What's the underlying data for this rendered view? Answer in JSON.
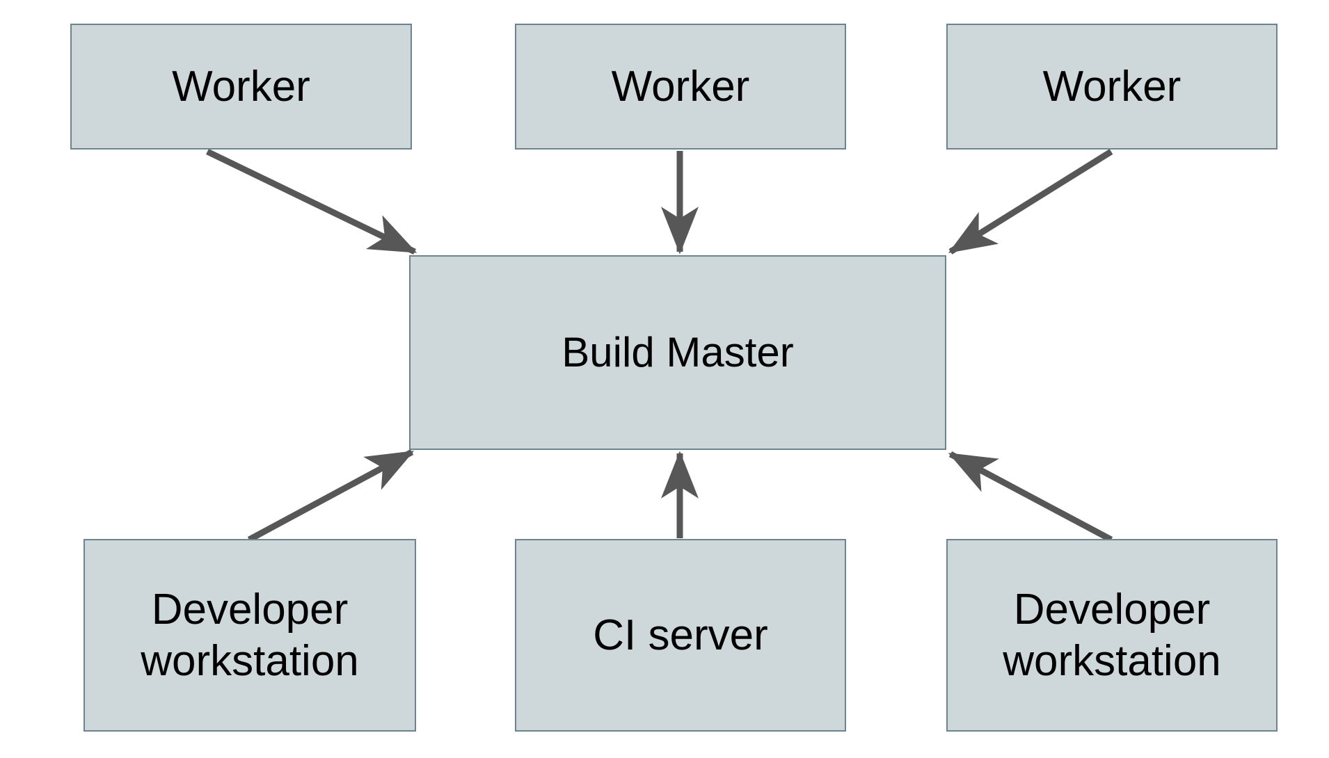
{
  "diagram": {
    "type": "node-edge-architecture-diagram",
    "background_color": "#ffffff",
    "node_fill_color": "#ced7da",
    "node_border_color": "#6d838f",
    "edge_color": "#575757",
    "text_color": "#000000",
    "nodes": [
      {
        "id": "worker-left",
        "label": "Worker"
      },
      {
        "id": "worker-center",
        "label": "Worker"
      },
      {
        "id": "worker-right",
        "label": "Worker"
      },
      {
        "id": "build-master",
        "label": "Build Master"
      },
      {
        "id": "dev-left",
        "label": "Developer\nworkstation"
      },
      {
        "id": "ci-server",
        "label": "CI server"
      },
      {
        "id": "dev-right",
        "label": "Developer\nworkstation"
      }
    ],
    "edges": [
      {
        "id": "edge-worker-left-to-master",
        "from": "worker-left",
        "to": "build-master",
        "direction": "to-master"
      },
      {
        "id": "edge-worker-center-to-master",
        "from": "worker-center",
        "to": "build-master",
        "direction": "to-master"
      },
      {
        "id": "edge-worker-right-to-master",
        "from": "worker-right",
        "to": "build-master",
        "direction": "to-master"
      },
      {
        "id": "edge-dev-left-to-master",
        "from": "dev-left",
        "to": "build-master",
        "direction": "to-master"
      },
      {
        "id": "edge-ci-server-to-master",
        "from": "ci-server",
        "to": "build-master",
        "direction": "to-master"
      },
      {
        "id": "edge-dev-right-to-master",
        "from": "dev-right",
        "to": "build-master",
        "direction": "to-master"
      }
    ]
  }
}
